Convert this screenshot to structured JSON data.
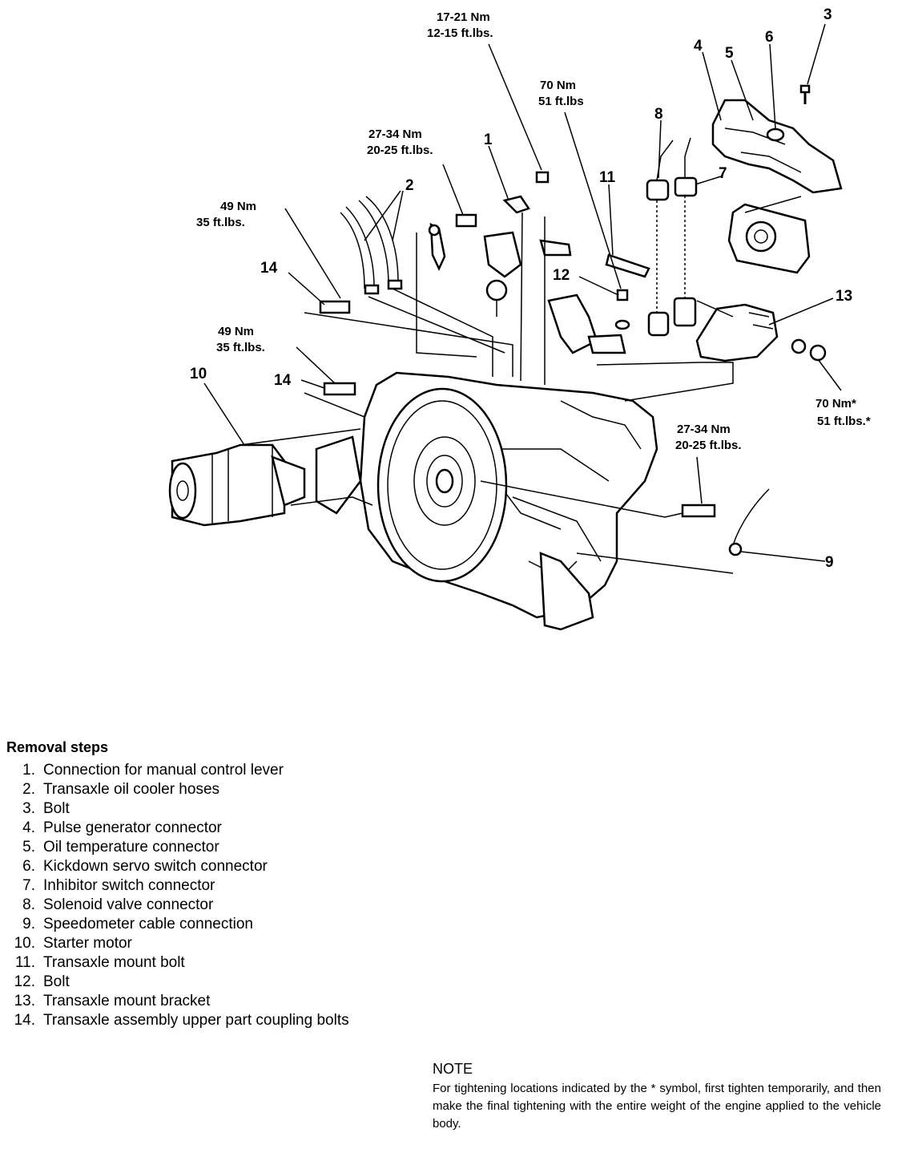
{
  "callouts": {
    "c1": "1",
    "c2": "2",
    "c3": "3",
    "c4": "4",
    "c5": "5",
    "c6": "6",
    "c7": "7",
    "c8": "8",
    "c9": "9",
    "c10": "10",
    "c11": "11",
    "c12": "12",
    "c13": "13",
    "c14a": "14",
    "c14b": "14"
  },
  "torque": {
    "t1_nm": "17-21 Nm",
    "t1_ft": "12-15 ft.lbs.",
    "t2_nm": "70 Nm",
    "t2_ft": "51 ft.lbs",
    "t3_nm": "27-34 Nm",
    "t3_ft": "20-25 ft.lbs.",
    "t4_nm": "49 Nm",
    "t4_ft": "35 ft.lbs.",
    "t5_nm": "49 Nm",
    "t5_ft": "35 ft.lbs.",
    "t6_nm": "27-34 Nm",
    "t6_ft": "20-25 ft.lbs.",
    "t7_nm": "70 Nm*",
    "t7_ft": "51 ft.lbs.*"
  },
  "steps": {
    "heading": "Removal steps",
    "items": [
      {
        "num": "1.",
        "label": "Connection for manual control lever"
      },
      {
        "num": "2.",
        "label": "Transaxle oil cooler hoses"
      },
      {
        "num": "3.",
        "label": "Bolt"
      },
      {
        "num": "4.",
        "label": "Pulse generator connector"
      },
      {
        "num": "5.",
        "label": "Oil temperature connector"
      },
      {
        "num": "6.",
        "label": "Kickdown servo switch connector"
      },
      {
        "num": "7.",
        "label": "Inhibitor switch connector"
      },
      {
        "num": "8.",
        "label": "Solenoid valve connector"
      },
      {
        "num": "9.",
        "label": "Speedometer cable connection"
      },
      {
        "num": "10.",
        "label": "Starter motor"
      },
      {
        "num": "11.",
        "label": "Transaxle mount bolt"
      },
      {
        "num": "12.",
        "label": "Bolt"
      },
      {
        "num": "13.",
        "label": "Transaxle mount bracket"
      },
      {
        "num": "14.",
        "label": "Transaxle assembly upper part coupling bolts"
      }
    ]
  },
  "note": {
    "title": "NOTE",
    "body": "For tightening locations indicated by the * symbol, first tighten temporarily, and then make the final tightening with the entire weight of the engine applied to the vehicle body."
  }
}
